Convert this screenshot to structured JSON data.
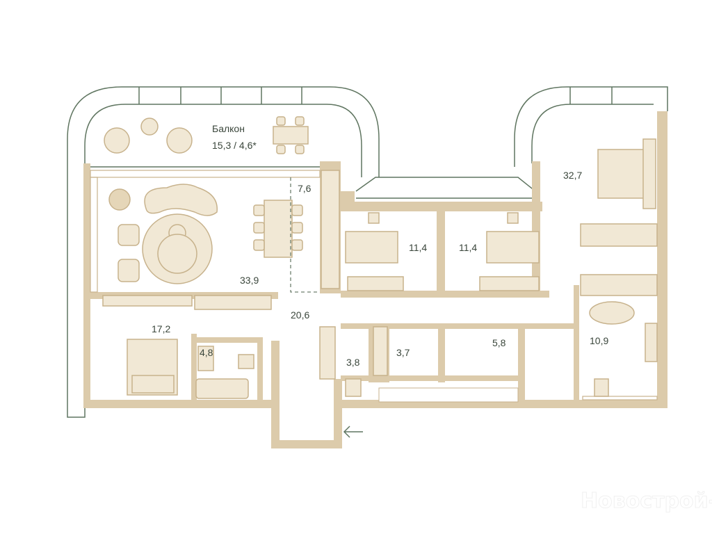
{
  "plan": {
    "balcony": {
      "name": "Балкон",
      "area": "15,3 / 4,6*"
    },
    "rooms": [
      {
        "id": "kitchen",
        "area": "7,6"
      },
      {
        "id": "living",
        "area": "33,9"
      },
      {
        "id": "hall",
        "area": "20,6"
      },
      {
        "id": "bedroom-left",
        "area": "17,2"
      },
      {
        "id": "bath-left",
        "area": "4,8"
      },
      {
        "id": "bedroom-mid-1",
        "area": "11,4"
      },
      {
        "id": "bedroom-mid-2",
        "area": "11,4"
      },
      {
        "id": "master-bedroom",
        "area": "32,7"
      },
      {
        "id": "master-bath",
        "area": "10,9"
      },
      {
        "id": "storage",
        "area": "3,8"
      },
      {
        "id": "wc-1",
        "area": "3,7"
      },
      {
        "id": "wc-2",
        "area": "5,8"
      }
    ],
    "entrance_icon": "arrow-left-icon",
    "watermark": "Новострой-М"
  },
  "colors": {
    "wall": "#dccbab",
    "furniture": "#f1e8d5",
    "glazing": "#5f7560",
    "text": "#3a463b"
  }
}
